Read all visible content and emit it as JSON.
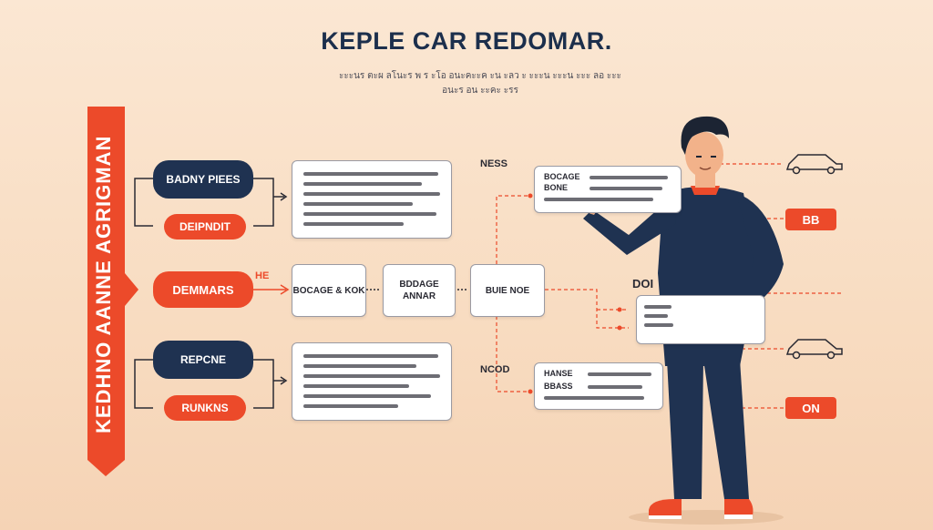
{
  "title": "KEPLE CAR REDOMAR.",
  "subtitle": "ะะะนร ตะผ ลโนะร พ ร ะโอ อนะคะะค ะน ะลว ะ ะะะน ะะะน ะะะ ลอ ะะะ อนะร อน ะะคะ ะรร",
  "ribbon_label": "KEDHNO AANNE AGRIGMAN",
  "left": {
    "group1": {
      "pill_top": "BADNY PIEES",
      "pill_bottom": "DEIPNDIT"
    },
    "middle_pill": "DEMMARS",
    "middle_note": "HE",
    "group2": {
      "pill_top": "REPCNE",
      "pill_bottom": "RUNKNS"
    }
  },
  "flow_nodes": [
    {
      "text": "BOCAGE & KOK"
    },
    {
      "text": "BDDAGE ANNAR"
    },
    {
      "text": "BUIE NOE"
    }
  ],
  "right": {
    "label_top": "NESS",
    "label_bottom": "NCOD",
    "top_card_lines": [
      "BOCAGE",
      "BONE",
      ""
    ],
    "bottom_card_lines": [
      "HANSE",
      "BBASS",
      ""
    ],
    "doc_label": "DOI",
    "tag_top": "BB",
    "tag_bottom": "ON"
  },
  "colors": {
    "accent": "#ec4a2a",
    "navy": "#1f3251",
    "background": "#f8dcc1"
  },
  "icons": [
    "car-icon",
    "car-icon",
    "person-illustration"
  ]
}
